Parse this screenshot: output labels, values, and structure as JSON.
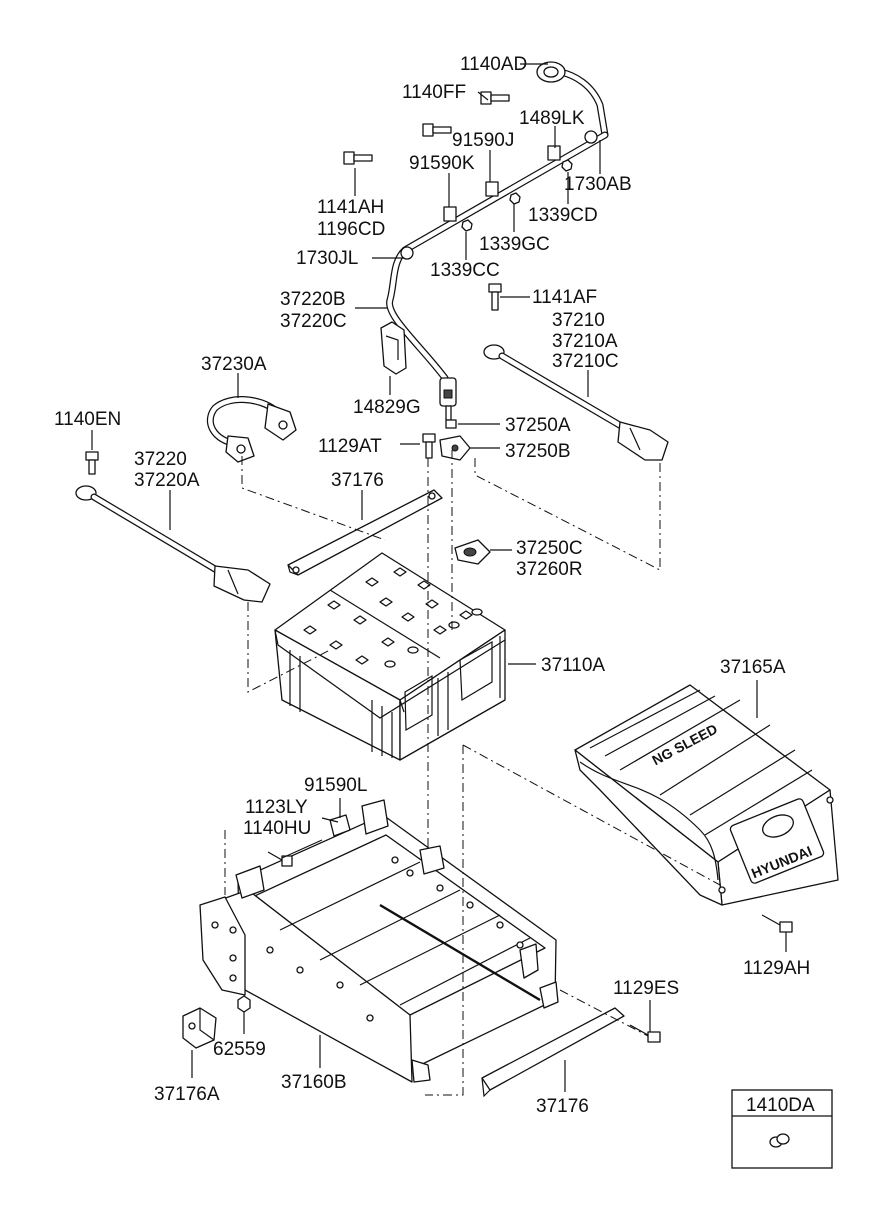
{
  "labels": {
    "p1140AD": "1140AD",
    "p1140FF": "1140FF",
    "p1489LK": "1489LK",
    "p91590J": "91590J",
    "p91590K": "91590K",
    "p1730AB": "1730AB",
    "p1141AH": "1141AH",
    "p1196CD": "1196CD",
    "p1339CD": "1339CD",
    "p1339GC": "1339GC",
    "p1730JL": "1730JL",
    "p1339CC": "1339CC",
    "p37220B": "37220B",
    "p37220C": "37220C",
    "p1141AF": "1141AF",
    "p37210": "37210",
    "p37210A": "37210A",
    "p37210C": "37210C",
    "p37230A": "37230A",
    "p14829G": "14829G",
    "p1140EN": "1140EN",
    "p37250A": "37250A",
    "p1129AT": "1129AT",
    "p37250B": "37250B",
    "p37220": "37220",
    "p37220A": "37220A",
    "p37176_top": "37176",
    "p37250C": "37250C",
    "p37260R": "37260R",
    "p37110A": "37110A",
    "p37165A": "37165A",
    "p91590L": "91590L",
    "p1123LY": "1123LY",
    "p1140HU": "1140HU",
    "p1129AH": "1129AH",
    "p1129ES": "1129ES",
    "p62559": "62559",
    "p37176A": "37176A",
    "p37160B": "37160B",
    "p37176_bottom": "37176",
    "p1410DA": "1410DA"
  },
  "cover_text": {
    "brand": "HYUNDAI",
    "emboss": "NG SLEED"
  }
}
